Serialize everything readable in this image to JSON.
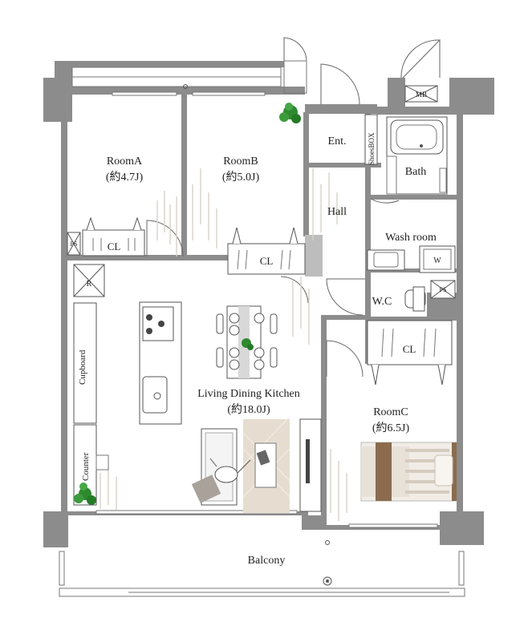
{
  "rooms": {
    "room_a": {
      "name": "RoomA",
      "size": "(約4.7J)"
    },
    "room_b": {
      "name": "RoomB",
      "size": "(約5.0J)"
    },
    "room_c": {
      "name": "RoomC",
      "size": "(約6.5J)"
    },
    "ldk": {
      "name": "Living Dining Kitchen",
      "size": "(約18.0J)"
    },
    "entrance": {
      "name": "Ent."
    },
    "hall": {
      "name": "Hall"
    },
    "bath": {
      "name": "Bath"
    },
    "wash_room": {
      "name": "Wash room"
    },
    "wc": {
      "name": "W.C"
    },
    "balcony": {
      "name": "Balcony"
    }
  },
  "fixtures": {
    "closet": "CL",
    "pipe_space": "PS",
    "meter_box": "MB",
    "shoes_box": "ShoesBOX",
    "refrigerator": "R",
    "washer": "W",
    "cupboard": "Cupboard",
    "counter": "Counter"
  },
  "colors": {
    "wall": "#8c8c8c",
    "floor_lines": "#d9d3c7",
    "bed_accent": "#8b6b4e",
    "rug": "#e6ddd0",
    "cushion": "#a8a29a",
    "plant": "#2f8a2f"
  }
}
